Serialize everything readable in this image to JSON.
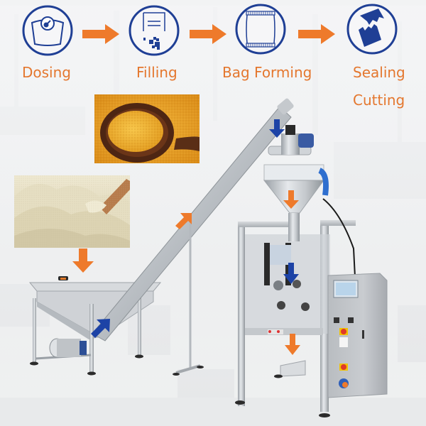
{
  "process": {
    "steps": [
      {
        "label": "Dosing",
        "icon": "scale-icon"
      },
      {
        "label": "Filling",
        "icon": "filling-icon"
      },
      {
        "label": "Bag Forming",
        "icon": "bag-icon"
      },
      {
        "label": "Sealing",
        "label2": "Cutting",
        "icon": "cut-seal-icon"
      }
    ],
    "colors": {
      "icon_blue": "#1f3f95",
      "label_orange": "#e4772e",
      "arrow_orange": "#ee7a2b",
      "arrow_blue": "#1d43a6"
    }
  },
  "images": {
    "turmeric_powder": "turmeric powder in wooden spoon",
    "flour_powder": "white powder with wooden scoop"
  },
  "machine": {
    "parts": [
      "screw-feeder-hopper",
      "screw-conveyor",
      "auger-filler",
      "vertical-packing-machine",
      "control-cabinet",
      "touch-screen"
    ]
  }
}
